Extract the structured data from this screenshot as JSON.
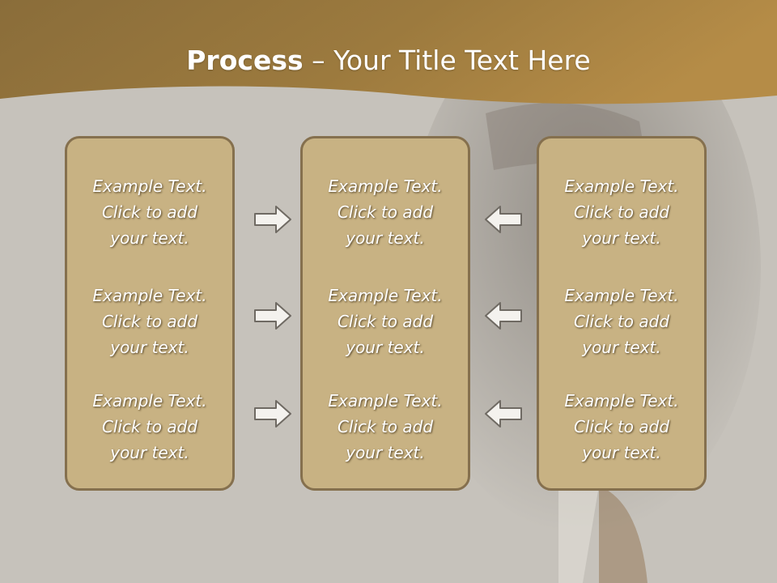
{
  "slide": {
    "title_bold": "Process",
    "title_rest": " – Your Title Text Here",
    "colors": {
      "header": "#9c7a3e",
      "box_fill": "#c8b283",
      "box_border": "#85704e",
      "background": "#c6c2bb"
    }
  },
  "columns": [
    {
      "items": [
        {
          "line1": "Example Text.",
          "line2": "Click  to add",
          "line3": "your text."
        },
        {
          "line1": "Example Text.",
          "line2": "Click  to add",
          "line3": "your text."
        },
        {
          "line1": "Example Text.",
          "line2": "Click  to add",
          "line3": "your text."
        }
      ]
    },
    {
      "items": [
        {
          "line1": "Example Text.",
          "line2": "Click  to add",
          "line3": "your text."
        },
        {
          "line1": "Example Text.",
          "line2": "Click  to add",
          "line3": "your text."
        },
        {
          "line1": "Example Text.",
          "line2": "Click  to add",
          "line3": "your text."
        }
      ]
    },
    {
      "items": [
        {
          "line1": "Example Text.",
          "line2": "Click  to add",
          "line3": "your text."
        },
        {
          "line1": "Example Text.",
          "line2": "Click  to add",
          "line3": "your text."
        },
        {
          "line1": "Example Text.",
          "line2": "Click  to add",
          "line3": "your text."
        }
      ]
    }
  ],
  "arrows": {
    "left_group": "arrow-right-icon",
    "right_group": "arrow-left-icon"
  }
}
